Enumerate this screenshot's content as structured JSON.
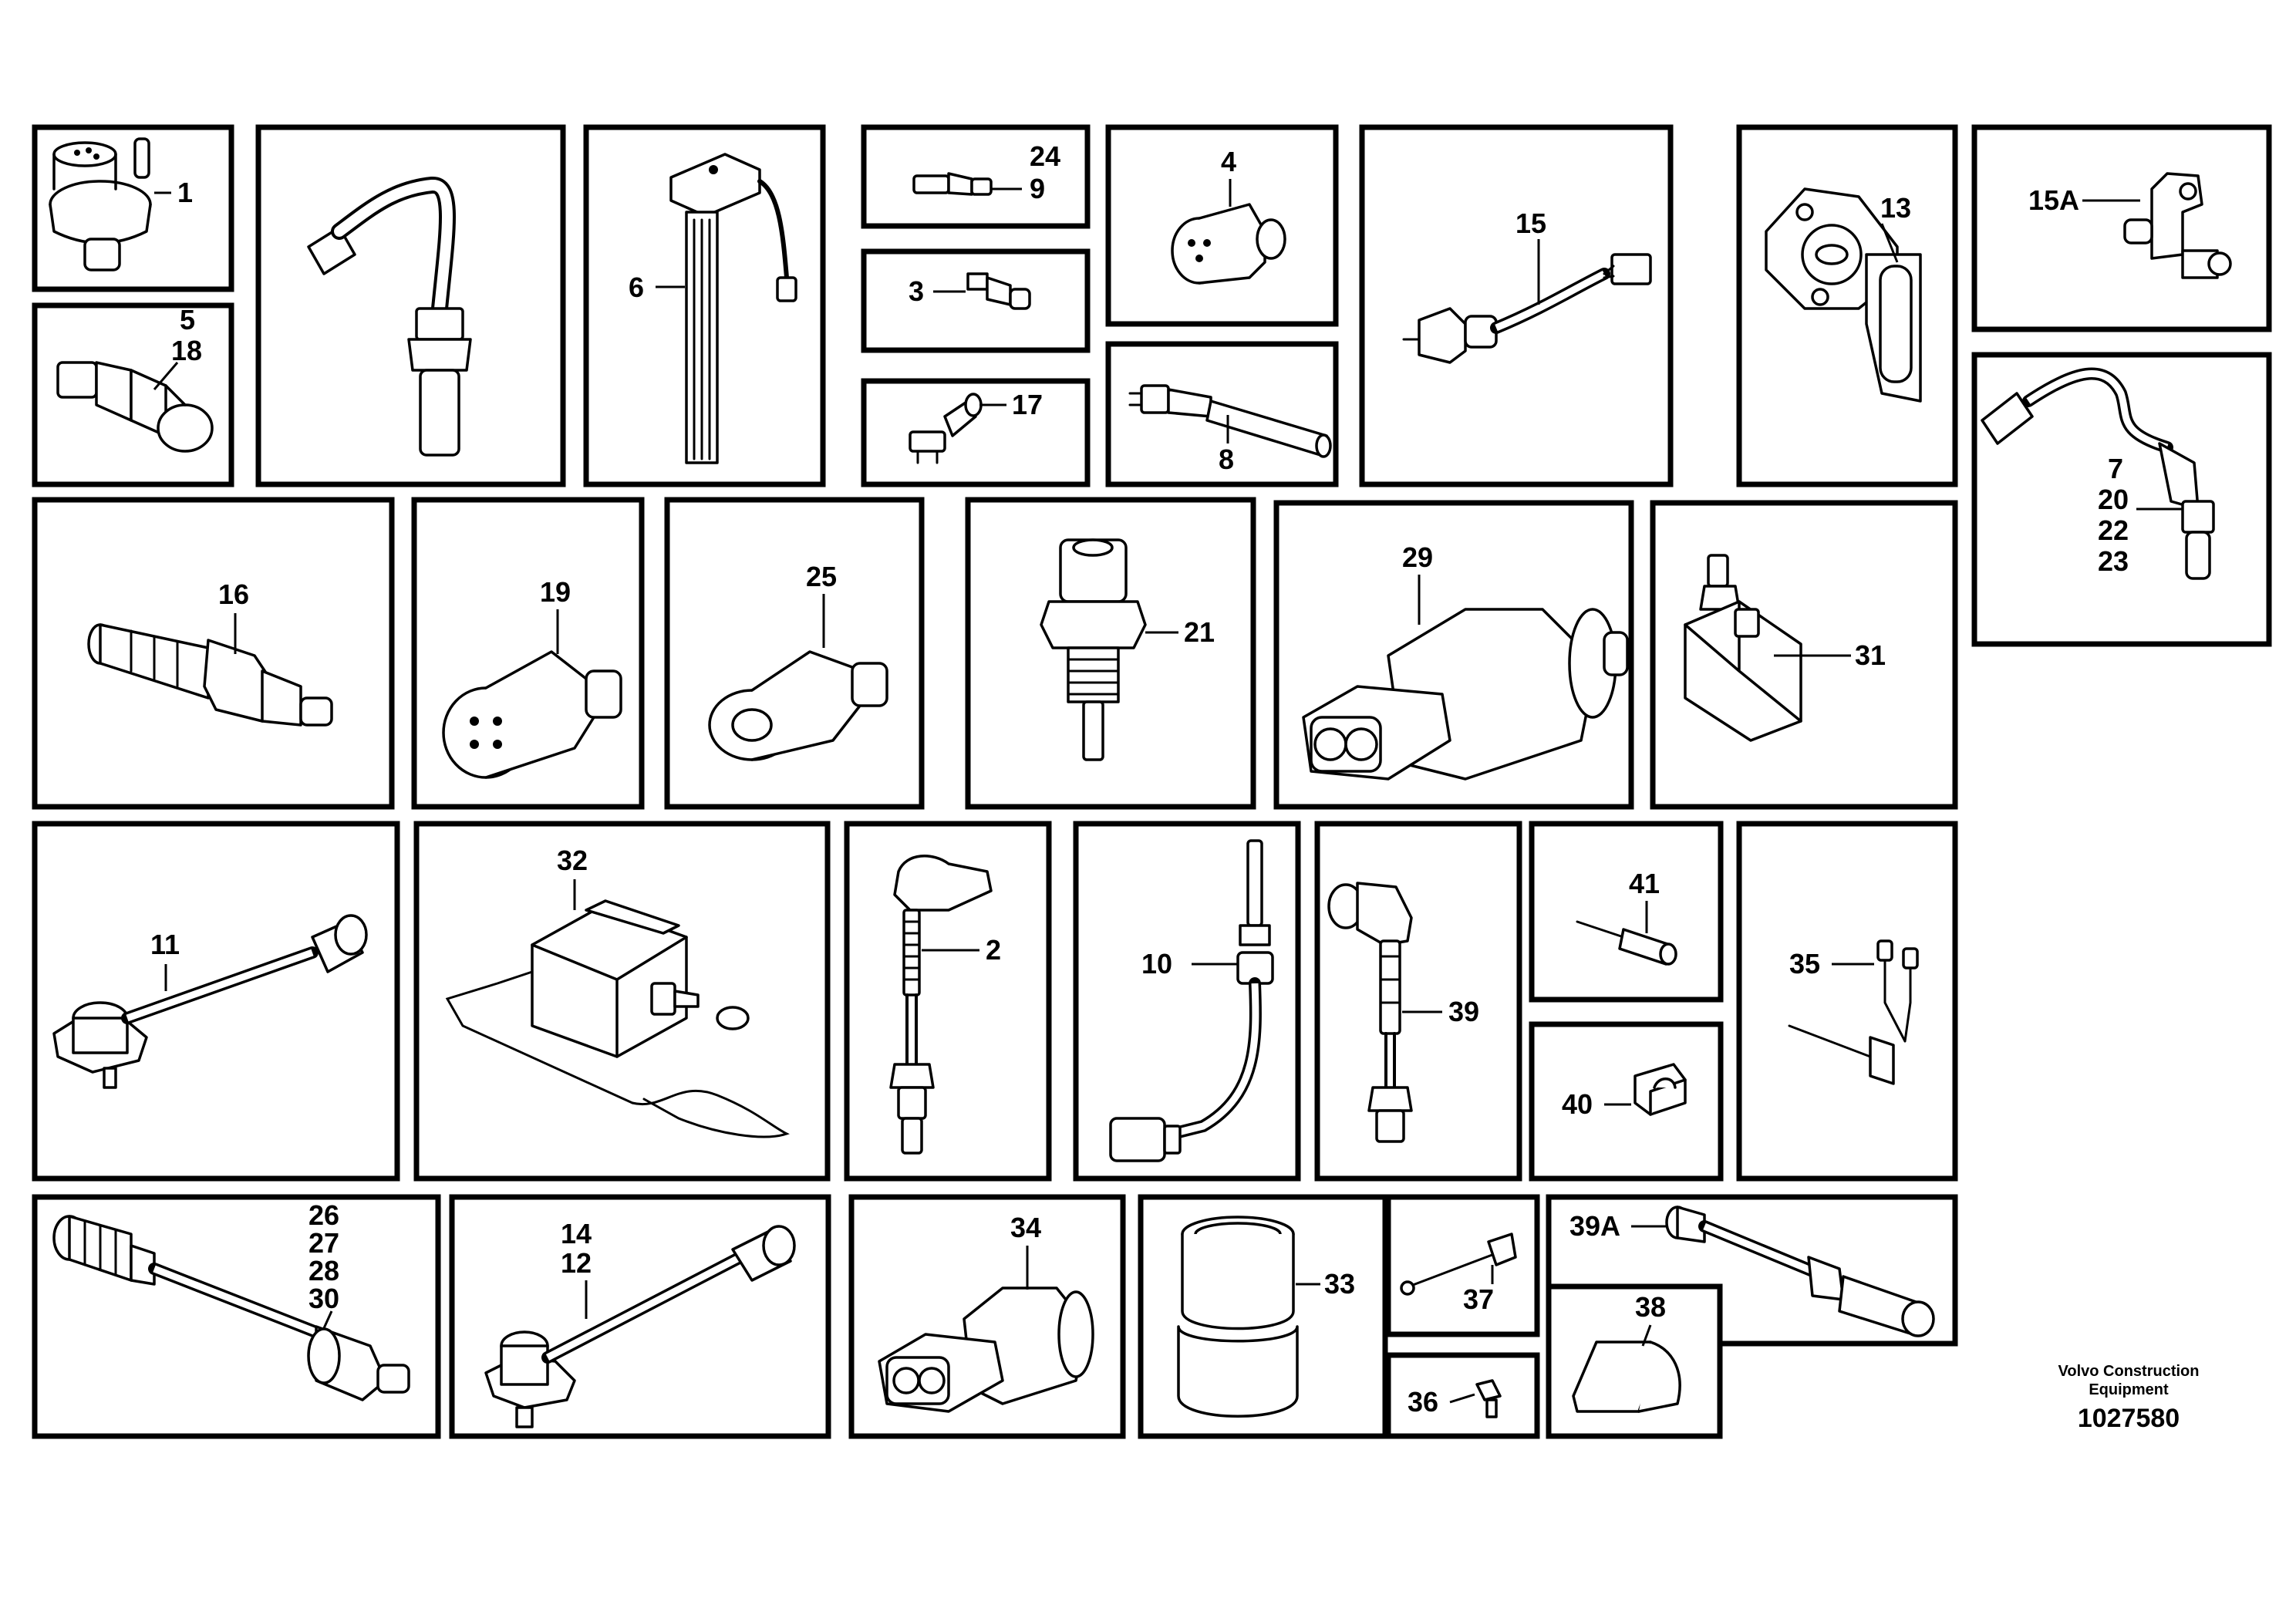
{
  "footer": {
    "brand_line1": "Volvo Construction",
    "brand_line2": "Equipment",
    "drawing_number": "1027580"
  },
  "callouts": {
    "p1": "1",
    "p2": "2",
    "p3": "3",
    "p4": "4",
    "p5": "5",
    "p6": "6",
    "p7": "7",
    "p8": "8",
    "p9": "9",
    "p10": "10",
    "p11": "11",
    "p12": "12",
    "p13": "13",
    "p14": "14",
    "p15": "15",
    "p15a": "15A",
    "p16": "16",
    "p17": "17",
    "p18": "18",
    "p19": "19",
    "p20": "20",
    "p21": "21",
    "p22": "22",
    "p23": "23",
    "p24": "24",
    "p25": "25",
    "p26": "26",
    "p27": "27",
    "p28": "28",
    "p29": "29",
    "p30": "30",
    "p31": "31",
    "p32": "32",
    "p33": "33",
    "p34": "34",
    "p35": "35",
    "p36": "36",
    "p37": "37",
    "p38": "38",
    "p39": "39",
    "p39a": "39A",
    "p40": "40",
    "p41": "41"
  }
}
